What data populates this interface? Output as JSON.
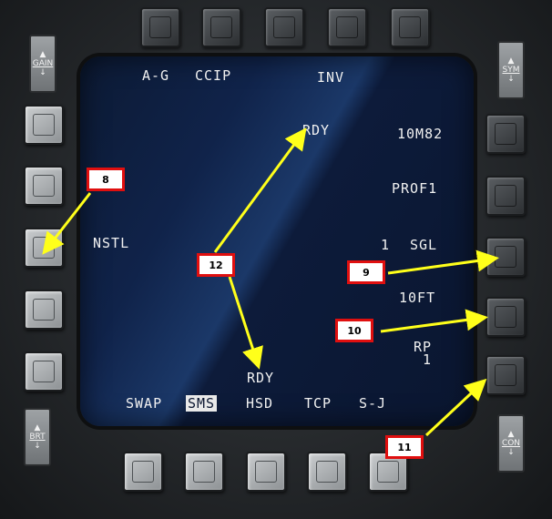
{
  "rockers": {
    "gain": {
      "label": "GAIN"
    },
    "sym": {
      "label": "SYM"
    },
    "brt": {
      "label": "BRT"
    },
    "con": {
      "label": "CON"
    }
  },
  "mfd": {
    "top": {
      "mode": "A-G",
      "submode": "CCIP",
      "inv": "INV"
    },
    "rdy_top": "RDY",
    "weapon": "10M82",
    "profile": "PROF1",
    "nstl": "NSTL",
    "release_qty": "1",
    "release_mode": "SGL",
    "spacing": "10FT",
    "rp_label": "RP",
    "rp_value": "1",
    "rdy_bottom": "RDY",
    "bottom": {
      "swap": "SWAP",
      "sms": "SMS",
      "hsd": "HSD",
      "tcp": "TCP",
      "sj": "S-J"
    }
  },
  "callouts": {
    "c8": "8",
    "c9": "9",
    "c10": "10",
    "c11": "11",
    "c12": "12"
  },
  "colors": {
    "screen_bg": "#10234a",
    "symbology": "#f1f1f1",
    "arrow": "#ffff1a",
    "badge_border": "#e00f0f"
  }
}
